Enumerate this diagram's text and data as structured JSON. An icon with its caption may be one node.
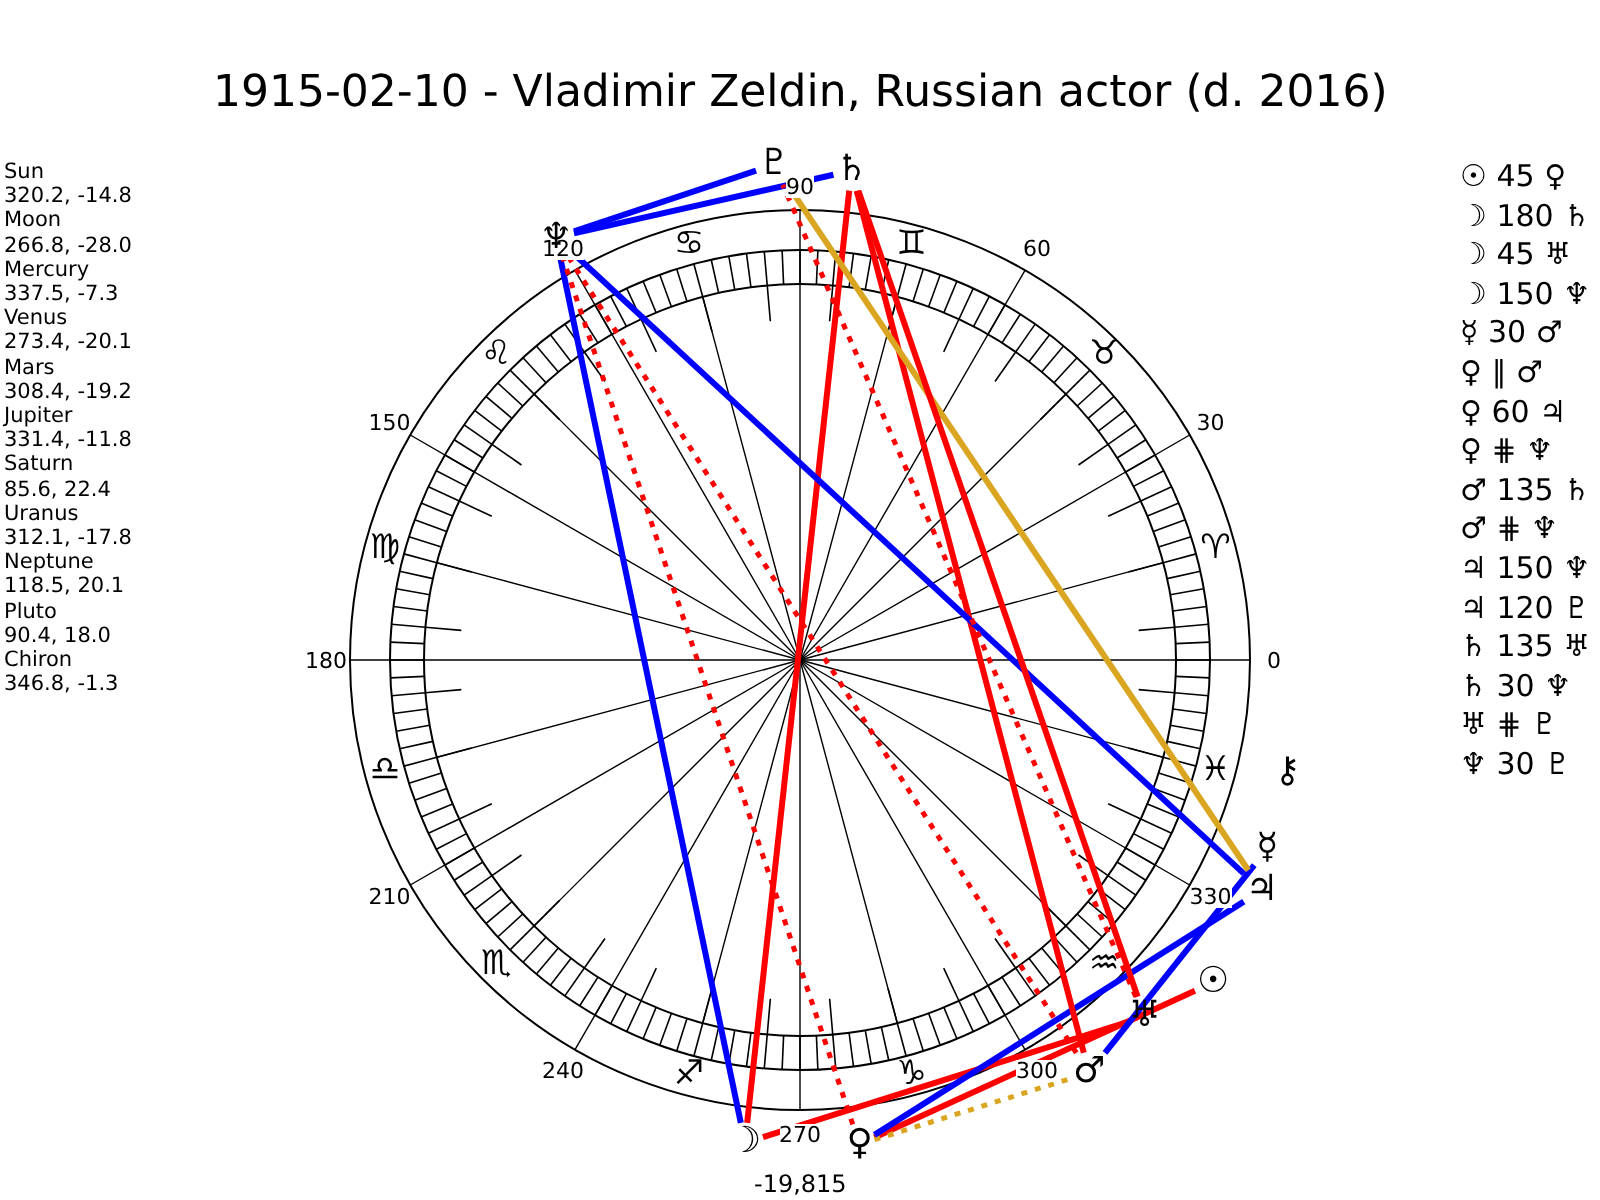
{
  "diagram": {
    "title": "1915-02-10 - Vladimir Zeldin, Russian actor (d. 2016)",
    "nodes": [
      {
        "text": [
          "♇"
        ]
      },
      {
        "text": [
          "♄"
        ]
      },
      {
        "text": [
          "♆"
        ]
      },
      {
        "text": [
          "⚷"
        ]
      },
      {
        "text": [
          "☿"
        ]
      },
      {
        "text": [
          "♃"
        ]
      },
      {
        "text": [
          "☉"
        ]
      },
      {
        "text": [
          "♅"
        ]
      },
      {
        "text": [
          "♂"
        ]
      },
      {
        "text": [
          "♀"
        ]
      },
      {
        "text": [
          "☽"
        ]
      }
    ],
    "edges": [
      {
        "from": 6,
        "to": 9,
        "arrow": "none"
      },
      {
        "from": 10,
        "to": 1,
        "arrow": "none"
      },
      {
        "from": 10,
        "to": 7,
        "arrow": "none"
      },
      {
        "from": 10,
        "to": 2,
        "arrow": "none",
        "color": "#0000ff"
      },
      {
        "from": 4,
        "to": 8,
        "arrow": "none",
        "color": "#0000ff"
      },
      {
        "from": 9,
        "to": 8,
        "arrow": "none",
        "style": "dashed",
        "color": "#daa520"
      },
      {
        "from": 9,
        "to": 5,
        "arrow": "none",
        "color": "#0000ff"
      },
      {
        "from": 9,
        "to": 2,
        "arrow": "none",
        "style": "dashed"
      },
      {
        "from": 8,
        "to": 1,
        "arrow": "none"
      },
      {
        "from": 8,
        "to": 2,
        "arrow": "none",
        "style": "dashed"
      },
      {
        "from": 5,
        "to": 2,
        "arrow": "none",
        "color": "#0000ff"
      },
      {
        "from": 5,
        "to": 0,
        "arrow": "none",
        "color": "#daa520"
      },
      {
        "from": 1,
        "to": 7,
        "arrow": "none"
      },
      {
        "from": 1,
        "to": 2,
        "arrow": "none",
        "color": "#0000ff"
      },
      {
        "from": 7,
        "to": 0,
        "arrow": "none",
        "style": "dashed"
      },
      {
        "from": 2,
        "to": 0,
        "arrow": "none",
        "color": "#0000ff"
      }
    ],
    "labels": [
      "Sun",
      "320.2, -14.8",
      "Moon",
      "266.8, -28.0",
      "Mercury",
      "337.5, -7.3",
      "Venus",
      "273.4, -20.1",
      "Mars",
      "308.4, -19.2",
      "Jupiter",
      "331.4, -11.8",
      "Saturn",
      "85.6, 22.4",
      "Uranus",
      "312.1, -17.8",
      "Neptune",
      "118.5, 20.1",
      "Pluto",
      "90.4, 18.0",
      "Chiron",
      "346.8, -1.3",
      "☉ 45 ♀",
      "☽ 180 ♄",
      "☽ 45 ♅",
      "☽ 150 ♆",
      "☿ 30 ♂",
      "♀ ∥ ♂",
      "♀ 60 ♃",
      "♀ ⋕ ♆",
      "♂ 135 ♄",
      "♂ ⋕ ♆",
      "♃ 150 ♆",
      "♃ 120 ♇",
      "♄ 135 ♅",
      "♄ 30 ♆",
      "♅ ⋕ ♇",
      "♆ 30 ♇",
      "0",
      "30",
      "60",
      "90",
      "120",
      "150",
      "180",
      "210",
      "240",
      "270",
      "300",
      "330",
      "♈",
      "♉",
      "♊",
      "♋",
      "♌",
      "♍",
      "♎",
      "♏",
      "♐",
      "♑",
      "♒",
      "♓",
      "-19,815"
    ]
  }
}
